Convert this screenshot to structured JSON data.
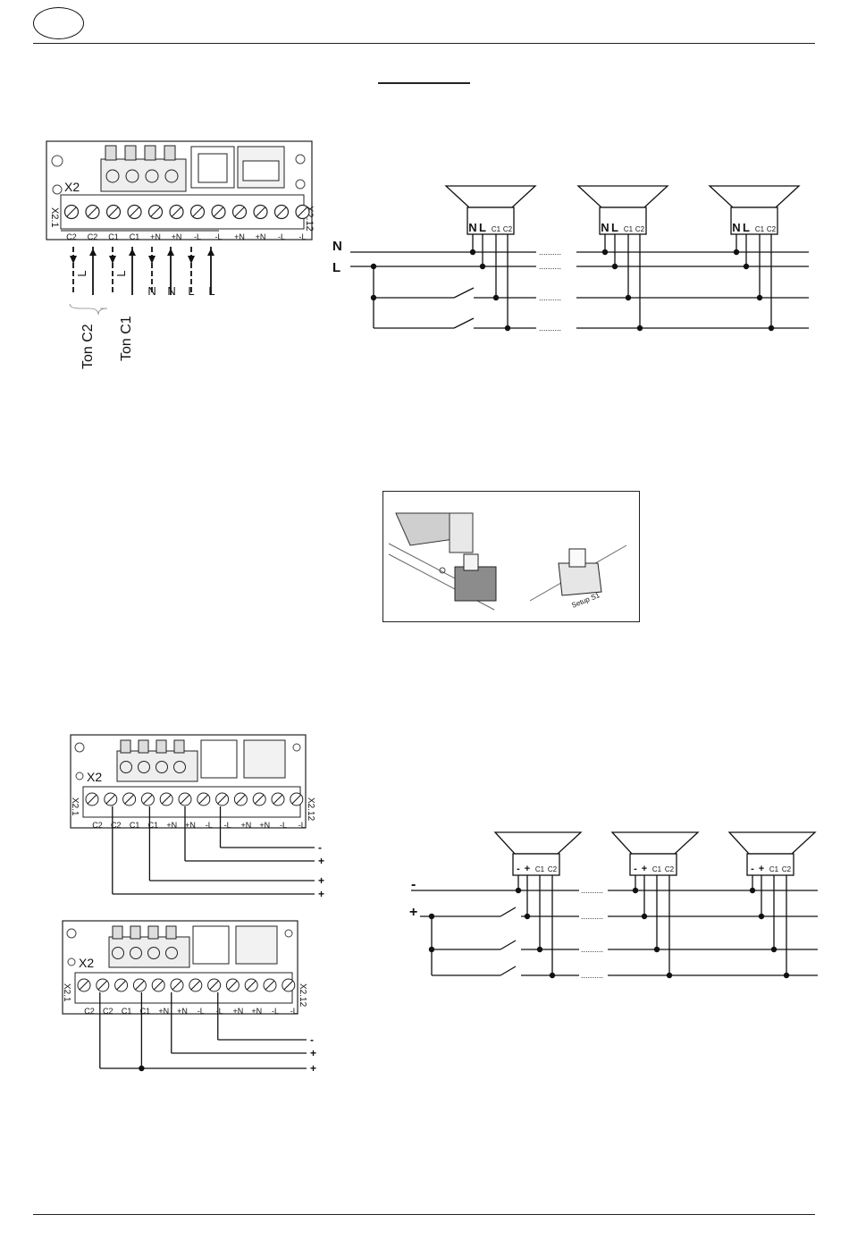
{
  "header": {
    "badge_text": ""
  },
  "terminal": {
    "block": "X2",
    "start": "X2.1",
    "end": "X2.12",
    "labels": [
      "C2",
      "C2",
      "C1",
      "C1",
      "+N",
      "+N",
      "-L",
      "-L",
      "+N",
      "+N",
      "-L",
      "-L"
    ]
  },
  "fig1": {
    "wire_labels": [
      "L",
      "L",
      "N",
      "N",
      "L",
      "L"
    ],
    "tone_labels": [
      "Ton C2",
      "Ton C1"
    ]
  },
  "wiring_ac": {
    "rail_labels": [
      "N",
      "L"
    ],
    "speaker_terms": [
      "N",
      "L",
      "C1",
      "C2"
    ],
    "dots": ".........."
  },
  "switch_photo": {
    "caption": "Setup S1"
  },
  "fig_dc": {
    "out_signs_a": [
      "-",
      "+",
      "+",
      "+"
    ],
    "out_signs_b": [
      "-",
      "+",
      "+"
    ]
  },
  "wiring_dc": {
    "rail_labels": [
      "-",
      "+"
    ],
    "speaker_terms": [
      "-",
      "+",
      "C1",
      "C2"
    ],
    "dots": ".........."
  }
}
